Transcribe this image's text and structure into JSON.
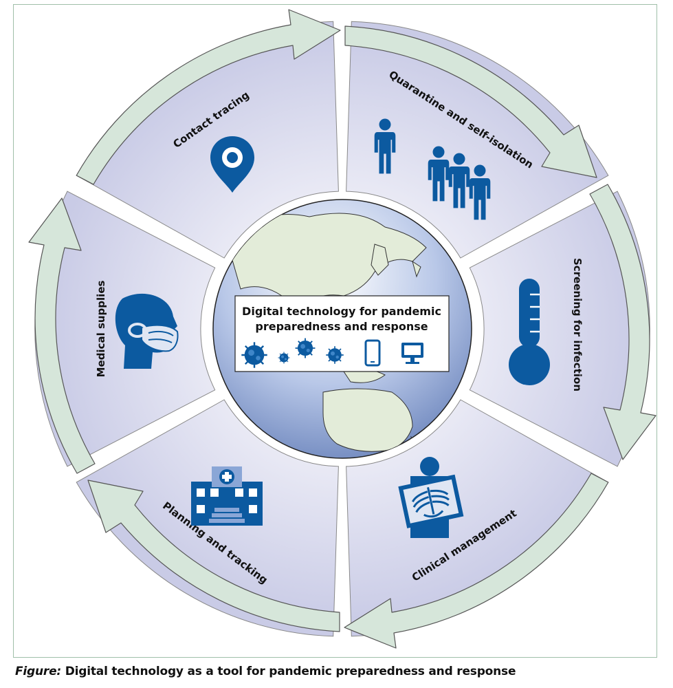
{
  "diagram": {
    "center_title_line1": "Digital technology for pandemic",
    "center_title_line2": "preparedness and response",
    "segments": [
      {
        "label": "Contact tracing",
        "icon": "location-pin-icon"
      },
      {
        "label": "Quarantine and self-isolation",
        "icon": "people-icon"
      },
      {
        "label": "Screening for infection",
        "icon": "thermometer-icon"
      },
      {
        "label": "Clinical management",
        "icon": "x-ray-icon"
      },
      {
        "label": "Planning and tracking",
        "icon": "hospital-icon"
      },
      {
        "label": "Medical supplies",
        "icon": "face-mask-icon"
      }
    ],
    "center_icons": [
      "virus-icon",
      "virus-icon",
      "virus-icon",
      "virus-icon",
      "smartphone-icon",
      "monitor-icon"
    ],
    "colors": {
      "segment_fill": "#d3d4ea",
      "arrow_fill": "#d6e6da",
      "icon_blue": "#0c5aa0",
      "globe_ocean": "#9fb4dc",
      "land": "#e3ecd9"
    }
  },
  "caption": {
    "label": "Figure:",
    "text": "Digital technology as a tool for pandemic preparedness and response"
  }
}
